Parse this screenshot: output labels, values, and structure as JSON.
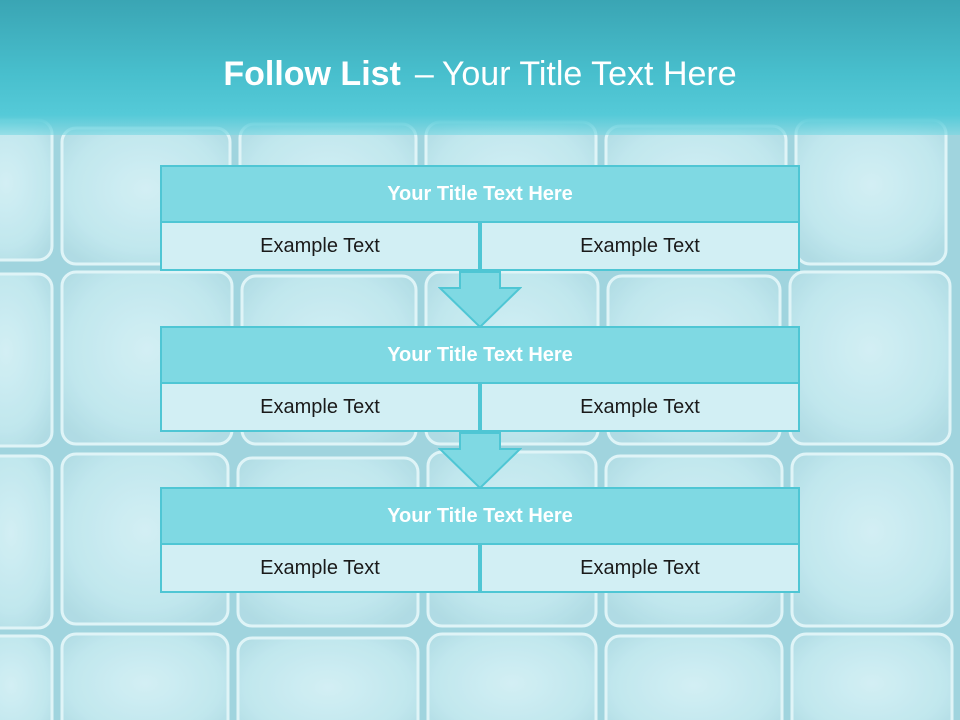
{
  "header": {
    "title_bold": "Follow List",
    "title_separator": "–",
    "title_rest": "Your Title Text Here"
  },
  "steps": [
    {
      "title": "Your Title Text Here",
      "left": "Example Text",
      "right": "Example Text"
    },
    {
      "title": "Your Title Text Here",
      "left": "Example Text",
      "right": "Example Text"
    },
    {
      "title": "Your Title Text Here",
      "left": "Example Text",
      "right": "Example Text"
    }
  ],
  "colors": {
    "header": "#48bfcd",
    "box_border": "#4fc6d4",
    "title_fill": "#7fd9e3",
    "cell_fill": "#d2eff4",
    "arrow_fill": "#7fd9e3"
  },
  "icons": {
    "arrow": "down-arrow-icon"
  }
}
